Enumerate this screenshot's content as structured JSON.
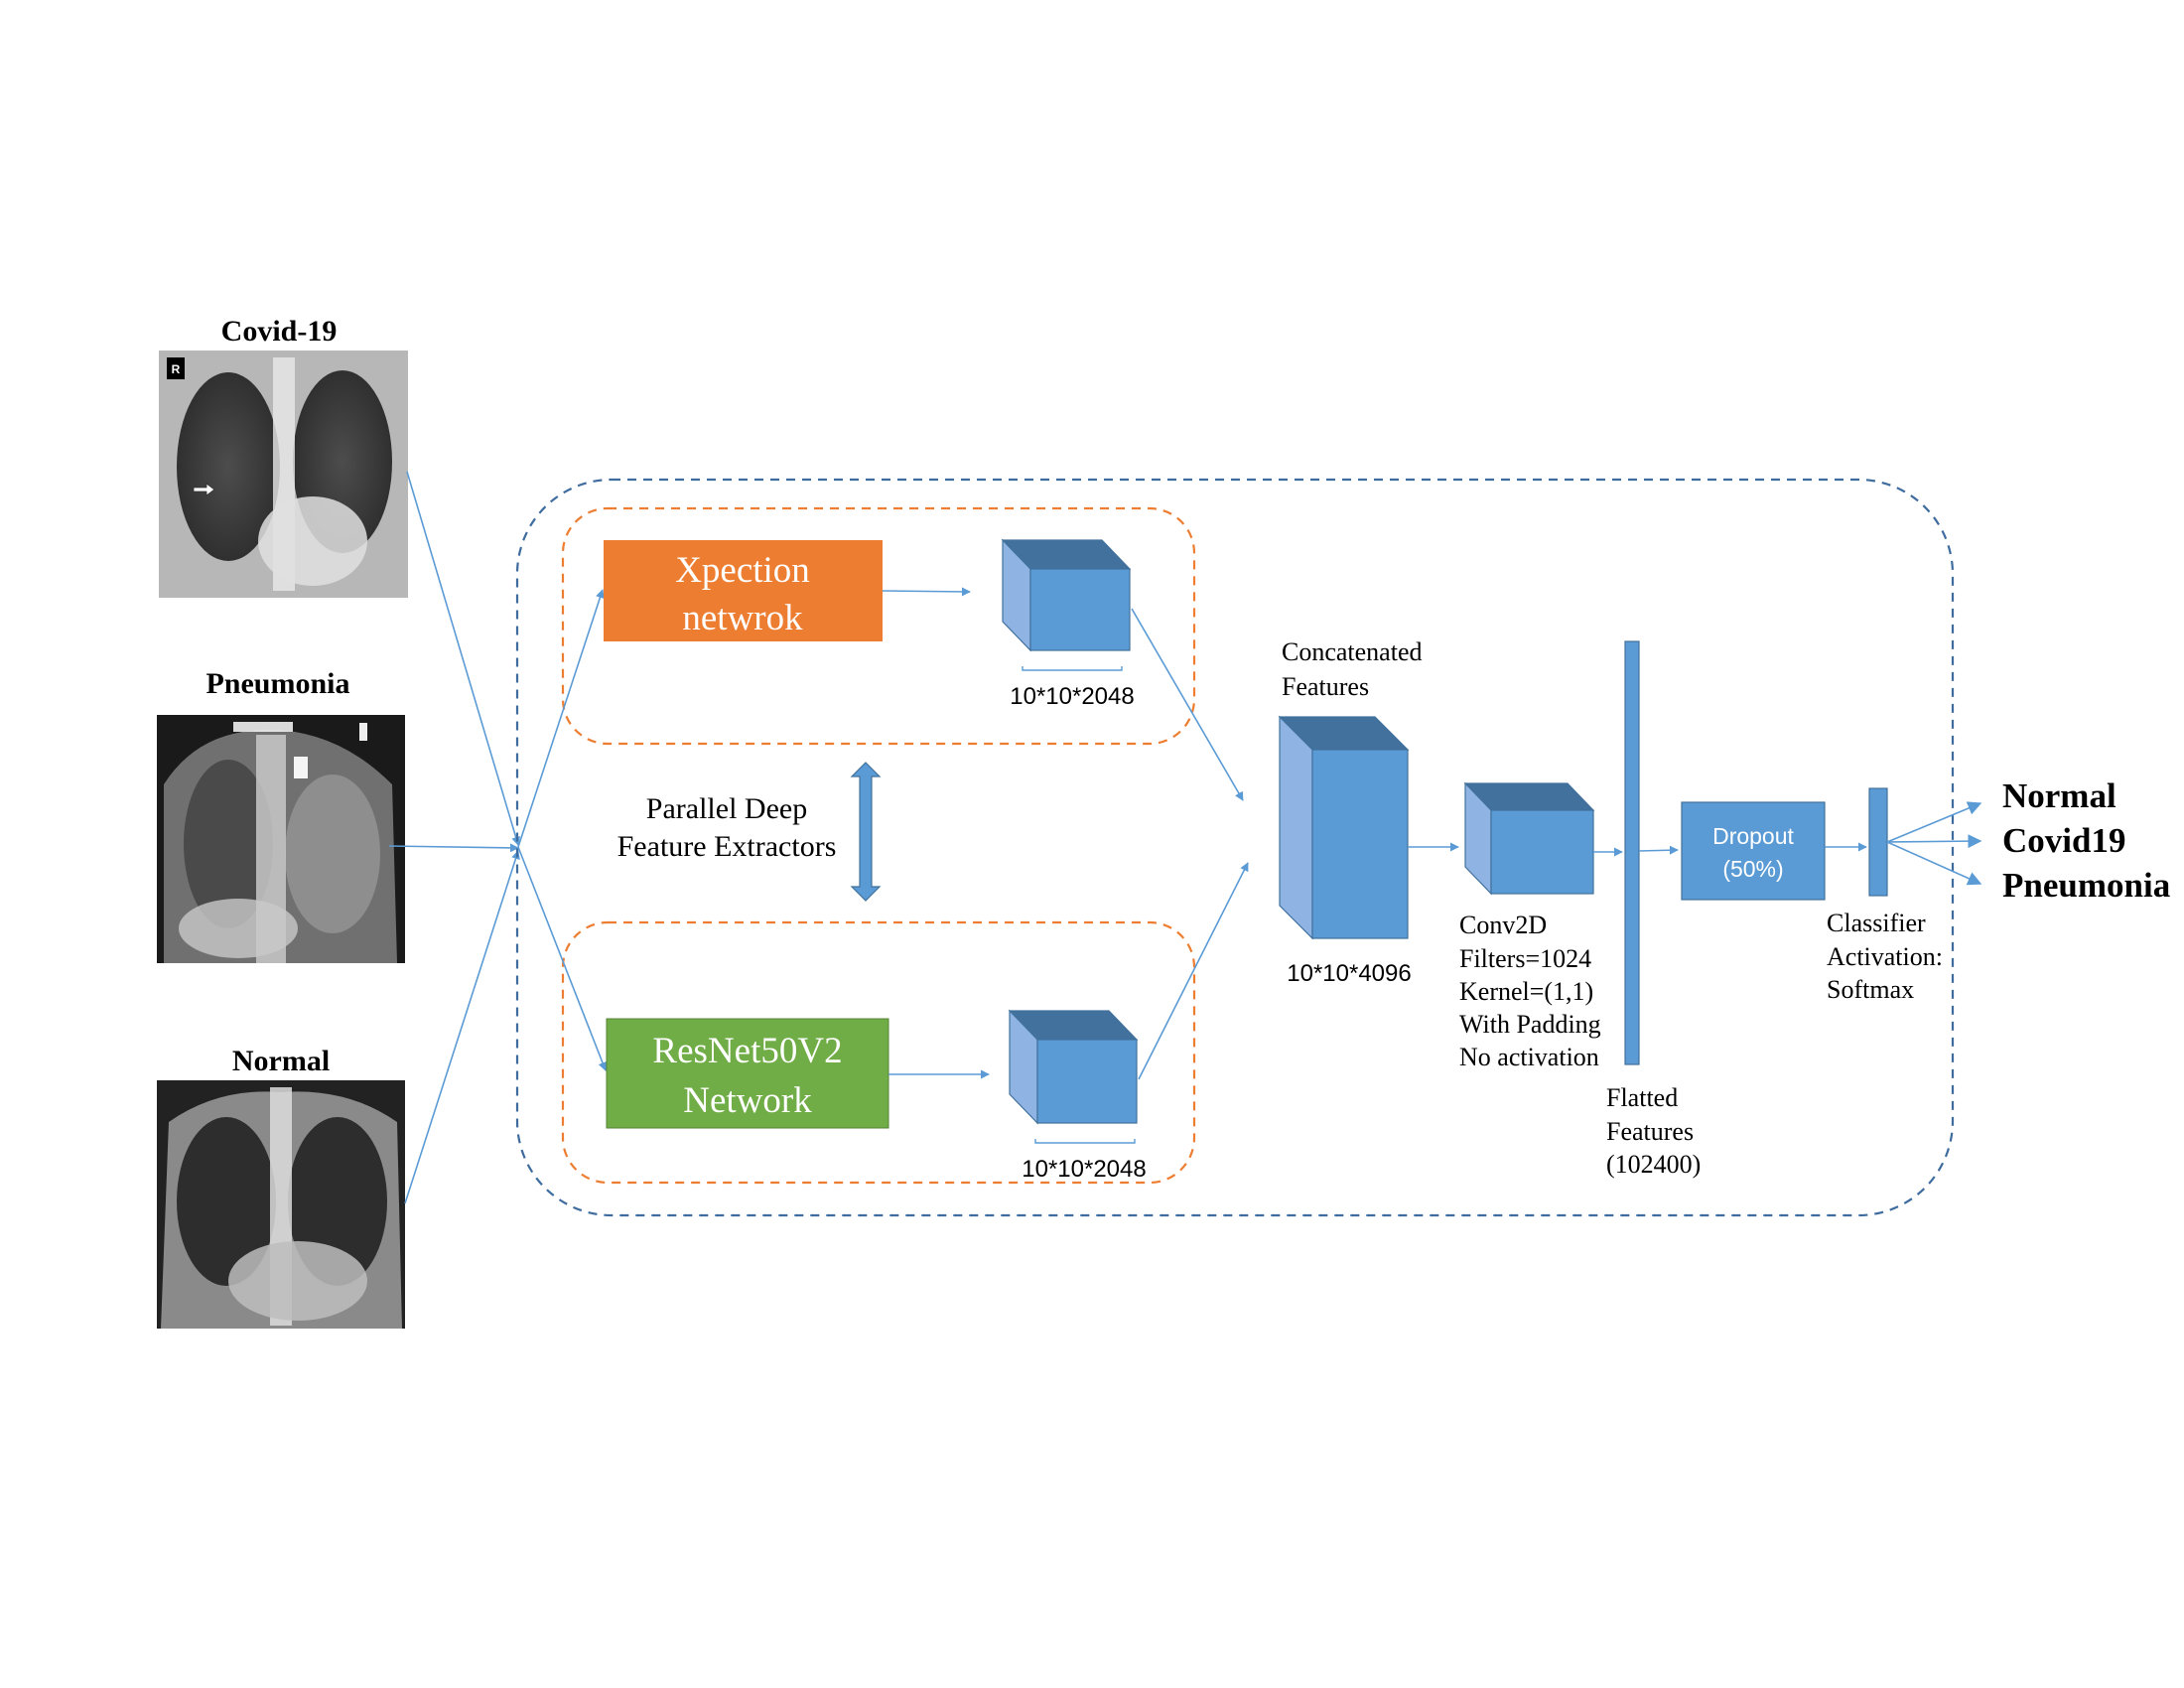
{
  "inputs": {
    "covid": "Covid-19",
    "pneumonia": "Pneumonia",
    "normal": "Normal",
    "xray_marker": "R"
  },
  "extractors": {
    "xception": [
      "Xpection",
      "netwrok"
    ],
    "resnet": [
      "ResNet50V2",
      "Network"
    ],
    "xception_dims": "10*10*2048",
    "resnet_dims": "10*10*2048",
    "parallel": [
      "Parallel Deep",
      "Feature Extractors"
    ]
  },
  "concat": {
    "label": [
      "Concatenated",
      "Features"
    ],
    "dims": "10*10*4096"
  },
  "conv": {
    "lines": [
      "Conv2D",
      "Filters=1024",
      "Kernel=(1,1)",
      "With Padding",
      "No activation"
    ]
  },
  "flatten": {
    "lines": [
      "Flatted",
      "Features",
      "(102400)"
    ]
  },
  "dropout": {
    "lines": [
      "Dropout",
      "(50%)"
    ]
  },
  "classifier": {
    "lines": [
      "Classifier",
      "Activation:",
      "Softmax"
    ]
  },
  "outputs": [
    "Normal",
    "Covid19",
    "Pneumonia"
  ],
  "colors": {
    "arrow": "#5B9BD5",
    "cube_front": "#5B9BD5",
    "cube_top": "#41719C",
    "cube_side": "#8FB4E3",
    "xception_box": "#ED7D31",
    "resnet_box": "#70AD47",
    "outer_dash": "#3F6C9E",
    "inner_dash": "#ED7D31"
  }
}
